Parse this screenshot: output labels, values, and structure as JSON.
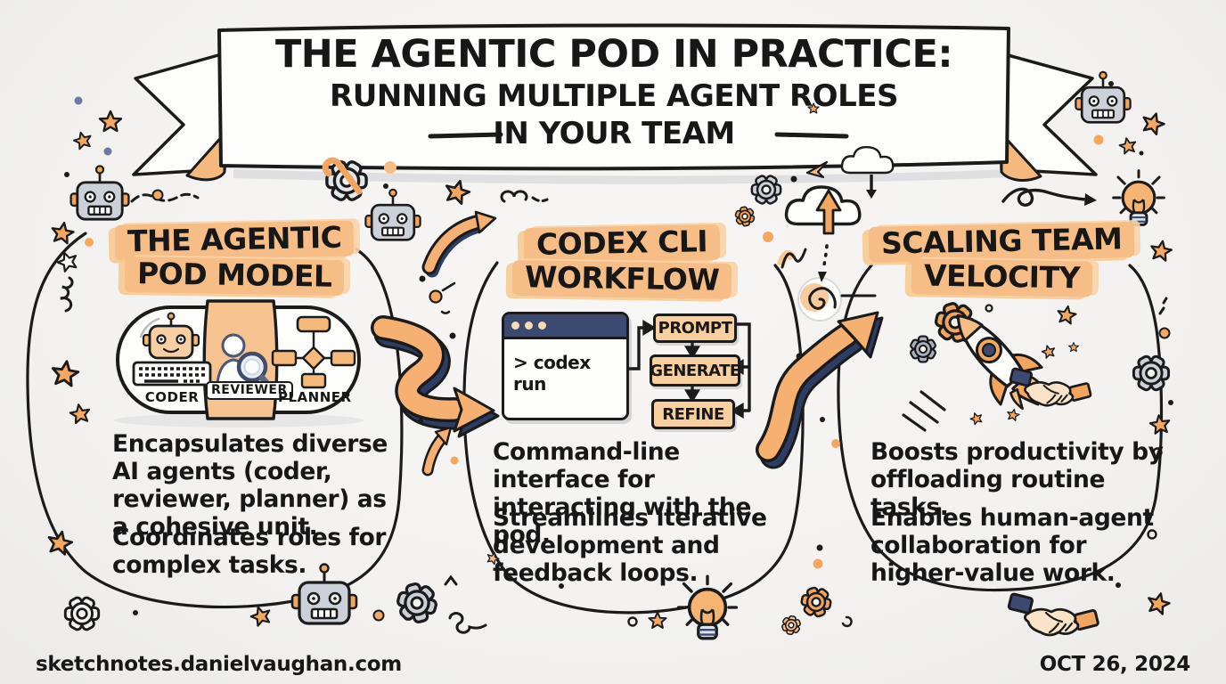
{
  "banner": {
    "line1": "THE AGENTIC POD IN PRACTICE:",
    "line2": "RUNNING MULTIPLE AGENT ROLES",
    "line3": "IN YOUR TEAM"
  },
  "panels": [
    {
      "id": "agentic-pod-model",
      "heading_top": "THE AGENTIC",
      "heading_bottom": "POD MODEL",
      "roles": [
        "CODER",
        "REVIEWER",
        "PLANNER"
      ],
      "paragraphs": [
        "Encapsulates diverse AI agents (coder, reviewer, planner) as a cohesive unit.",
        "Coordinates roles for complex tasks."
      ]
    },
    {
      "id": "codex-cli-workflow",
      "heading_top": "CODEX CLI",
      "heading_bottom": "WORKFLOW",
      "terminal_command": "> codex run",
      "flow_steps": [
        "PROMPT",
        "GENERATE",
        "REFINE"
      ],
      "paragraphs": [
        "Command-line interface for interacting with the pod.",
        "Streamlines iterative development and feedback loops."
      ]
    },
    {
      "id": "scaling-team-velocity",
      "heading_top": "SCALING TEAM",
      "heading_bottom": "VELOCITY",
      "paragraphs": [
        "Boosts productivity by offloading routine tasks.",
        "Enables human-agent collaboration for higher-value work."
      ]
    }
  ],
  "footer": {
    "site": "sketchnotes.danielvaughan.com",
    "date": "OCT 26, 2024"
  },
  "colors": {
    "paper": "#f4f3f1",
    "ink": "#1b1b1b",
    "orange": "#f2a55f",
    "orange_light": "#f8cf9f",
    "highlight": "#f6bd86",
    "navy": "#3c4a72",
    "gray": "#ccd0d8"
  },
  "icons": {
    "robot-icon": "doodle robot head",
    "gear-icon": "cog wheel",
    "star-icon": "five point star",
    "lightbulb-icon": "idea bulb",
    "handshake-icon": "human-agent handshake",
    "rocket-icon": "launching rocket",
    "cloud-upload-icon": "cloud with up arrow",
    "cloud-download-icon": "cloud with down arrow",
    "magnifier-icon": "reviewer magnifying glass",
    "keyboard-icon": "coder keyboard",
    "terminal-window": "CLI window",
    "spiral-icon": "iteration spiral"
  }
}
